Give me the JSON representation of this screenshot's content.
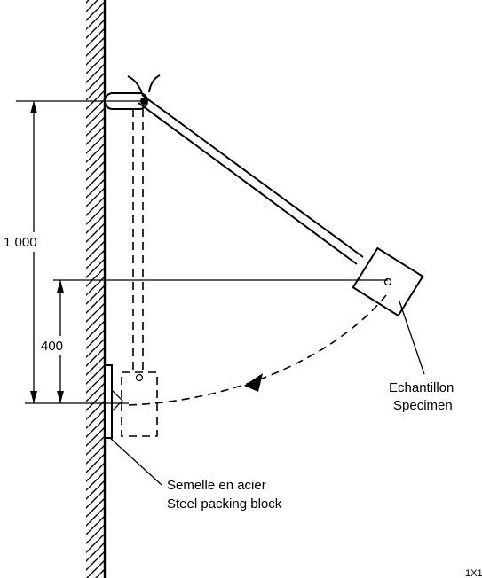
{
  "dimensions": {
    "total_height": "1 000",
    "lower_height": "400"
  },
  "labels": {
    "specimen_fr": "Echantillon",
    "specimen_en": "Specimen",
    "packing_fr": "Semelle en acier",
    "packing_en": "Steel packing block",
    "corner_mark": "1X1"
  }
}
